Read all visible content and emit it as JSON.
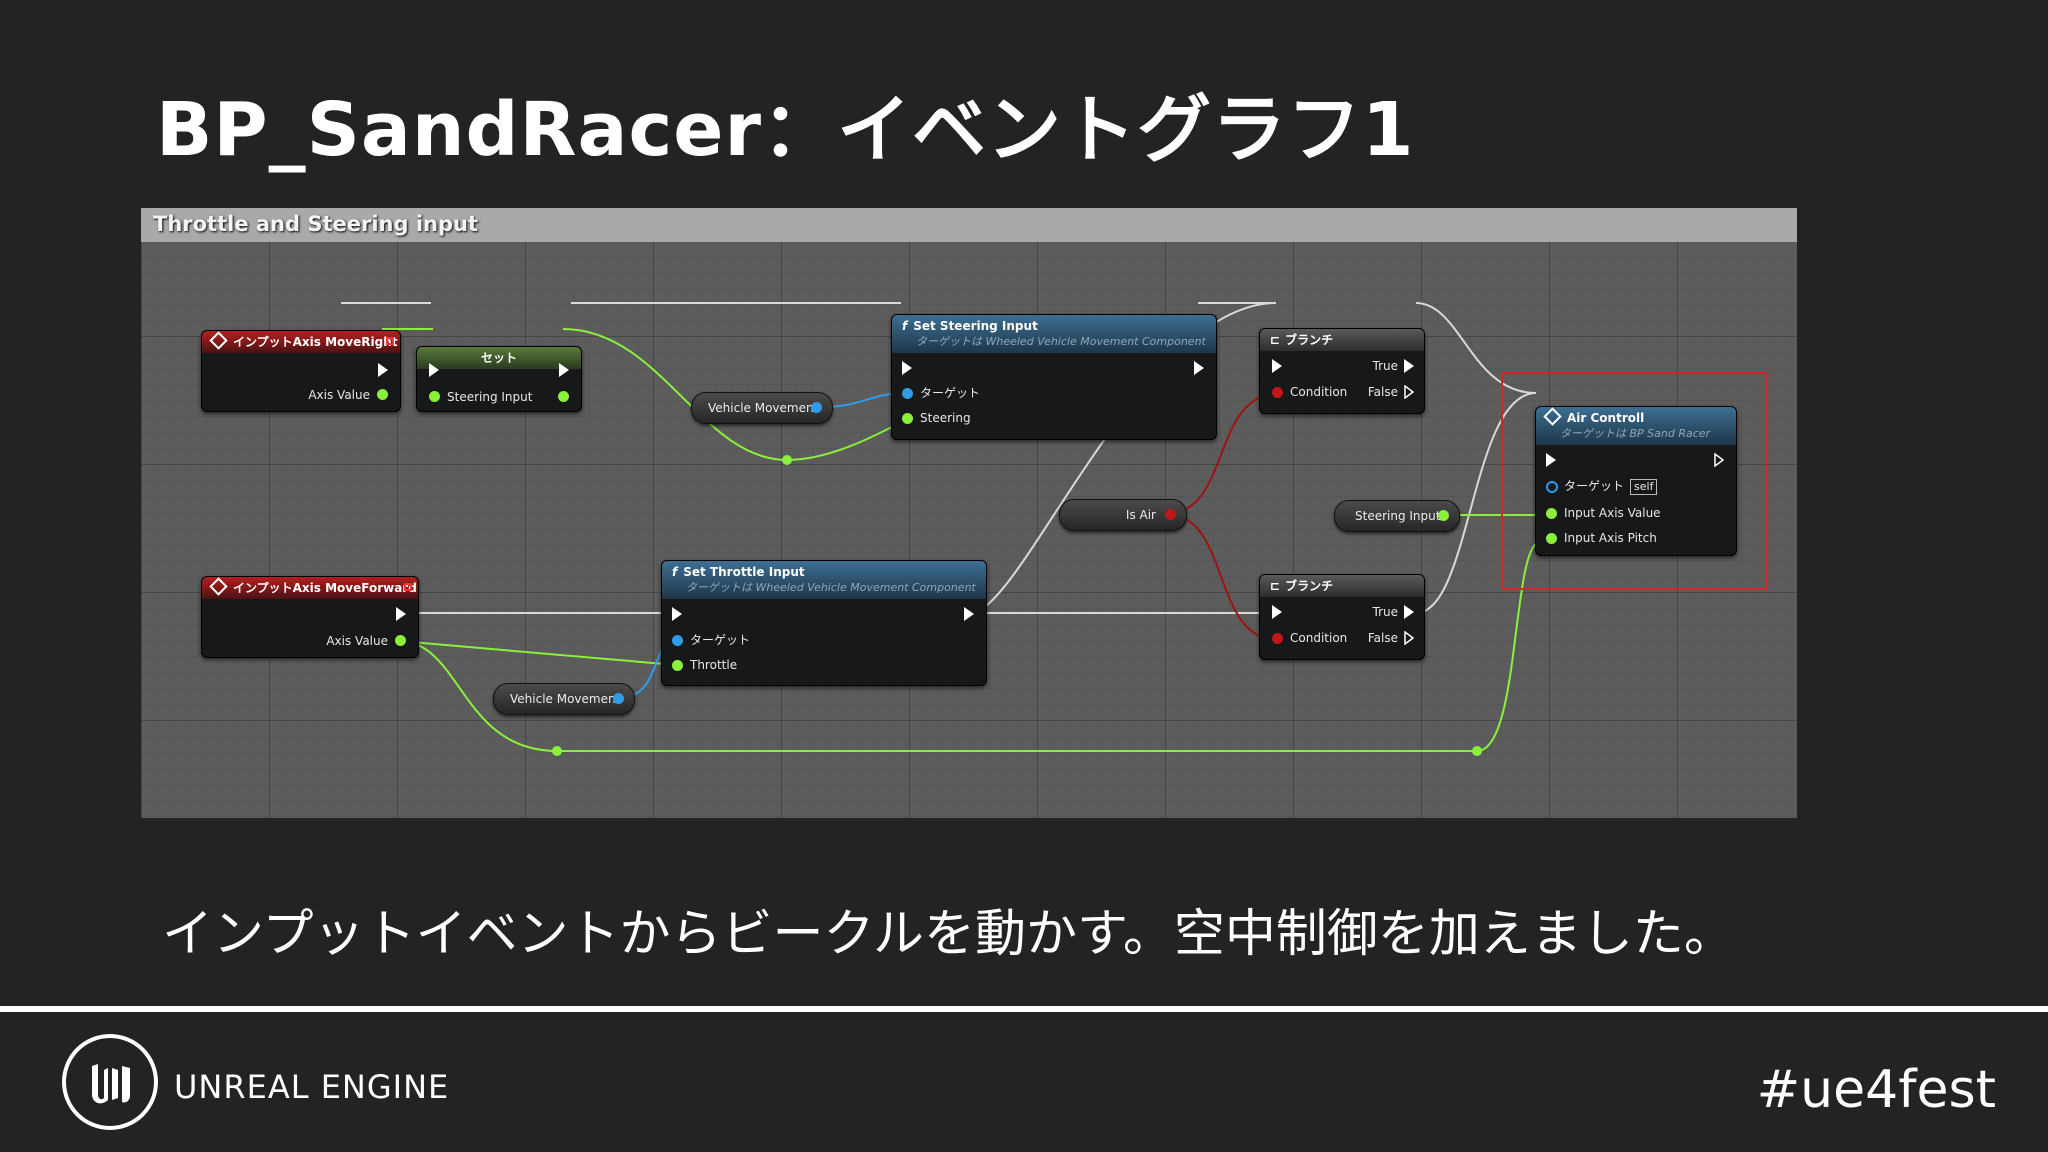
{
  "slide": {
    "title": "BP_SandRacer：イベントグラフ1",
    "caption": "インプットイベントからビークルを動かす。空中制御を加えました。"
  },
  "graph": {
    "comment_title": "Throttle and Steering input",
    "nodes": {
      "input_move_right": {
        "title": "インプットAxis MoveRight",
        "axis_value": "Axis Value"
      },
      "set_node": {
        "title": "セット",
        "steering_input": "Steering Input"
      },
      "vehicle_movement_1": {
        "label": "Vehicle Movement"
      },
      "set_steering_input": {
        "title": "Set Steering Input",
        "subtitle": "ターゲットは Wheeled Vehicle Movement Component",
        "target": "ターゲット",
        "steering": "Steering"
      },
      "branch_1": {
        "title": "ブランチ",
        "condition": "Condition",
        "true": "True",
        "false": "False"
      },
      "is_air": {
        "label": "Is Air"
      },
      "steering_input_var": {
        "label": "Steering Input"
      },
      "air_control": {
        "title": "Air Controll",
        "subtitle": "ターゲットは BP Sand Racer",
        "target": "ターゲット",
        "self": "self",
        "input_axis_value": "Input Axis Value",
        "input_axis_pitch": "Input Axis Pitch"
      },
      "input_move_forward": {
        "title": "インプットAxis MoveForward",
        "axis_value": "Axis Value"
      },
      "set_throttle_input": {
        "title": "Set Throttle Input",
        "subtitle": "ターゲットは Wheeled Vehicle Movement Component",
        "target": "ターゲット",
        "throttle": "Throttle"
      },
      "vehicle_movement_2": {
        "label": "Vehicle Movement"
      },
      "branch_2": {
        "title": "ブランチ",
        "condition": "Condition",
        "true": "True",
        "false": "False"
      }
    }
  },
  "footer": {
    "brand": "UNREAL ENGINE",
    "hashtag": "#ue4fest"
  },
  "colors": {
    "background": "#232323",
    "graph_bg": "#5c5c5c",
    "exec_wire": "#d9d9d9",
    "float_wire": "#8af03a",
    "object_wire": "#2f9ce8",
    "bool_wire": "#a01212",
    "highlight": "#d42626"
  }
}
